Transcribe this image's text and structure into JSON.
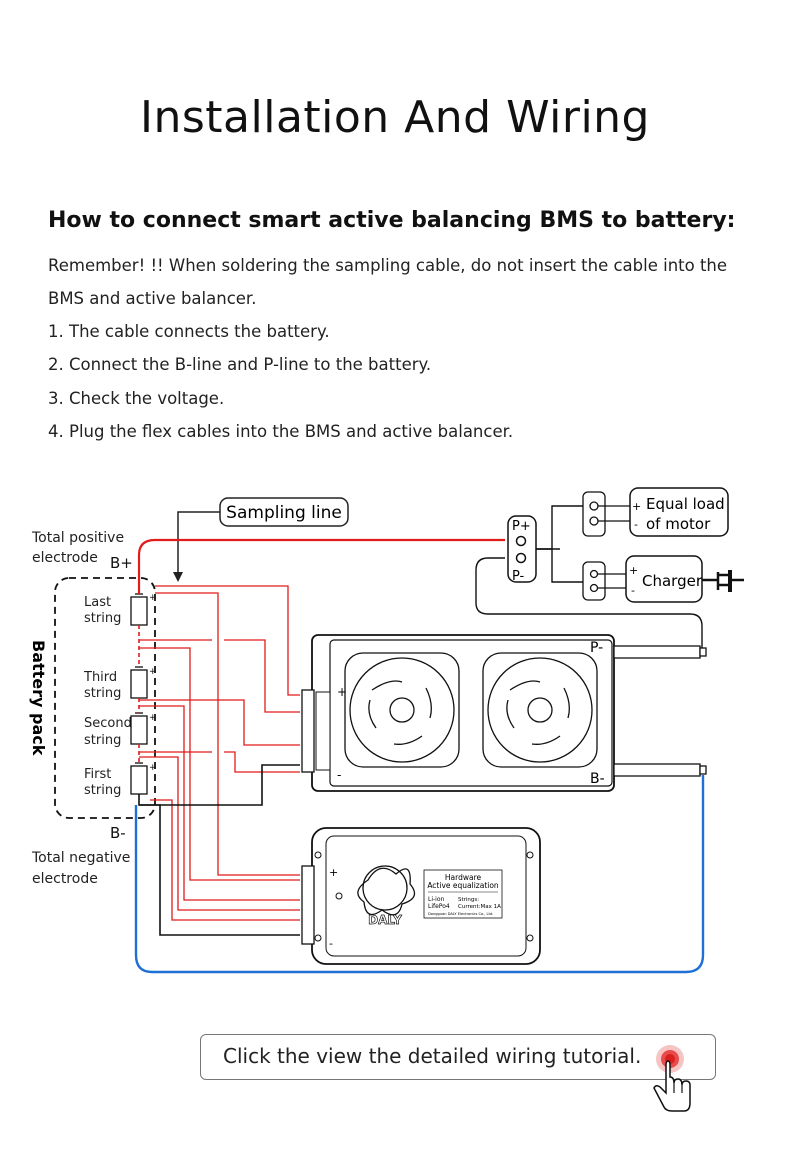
{
  "title": "Installation And Wiring",
  "subtitle": "How to connect smart active balancing BMS to battery:",
  "paragraphs": [
    "Remember! !! When soldering the sampling cable, do not insert the cable into the",
    "BMS and active balancer.",
    "1. The cable connects the battery.",
    "2. Connect the B-line and P-line to the battery.",
    "3. Check the voltage.",
    "4. Plug the flex cables into the BMS and active balancer."
  ],
  "diagram": {
    "sampling_line": "Sampling line",
    "total_positive": [
      "Total positive",
      "electrode"
    ],
    "total_negative": [
      "Total negative",
      "electrode"
    ],
    "b_plus": "B+",
    "b_minus": "B-",
    "battery_pack": "Battery pack",
    "strings": [
      [
        "Last",
        "string"
      ],
      [
        "Third",
        "string"
      ],
      [
        "Second",
        "string"
      ],
      [
        "First",
        "string"
      ]
    ],
    "p_plus": "P+",
    "p_minus": "P-",
    "load": [
      "Equal load",
      "of motor"
    ],
    "charger": "Charger",
    "bms_p_minus": "P-",
    "bms_b_minus": "B-",
    "balancer_label": [
      "Hardware",
      "Active equalization"
    ],
    "balancer_specs": [
      "Li-ion",
      "LifePo4",
      "Strings:",
      "Current:Max 1A"
    ],
    "balancer_maker": "Dongguan DALY Electronics Co., Ltd.",
    "brand": "DALY",
    "plus": "+",
    "minus": "-",
    "colors": {
      "red": "#e21b1b",
      "blue": "#1e6fd6"
    }
  },
  "tutorial_button": "Click the view the detailed wiring tutorial."
}
